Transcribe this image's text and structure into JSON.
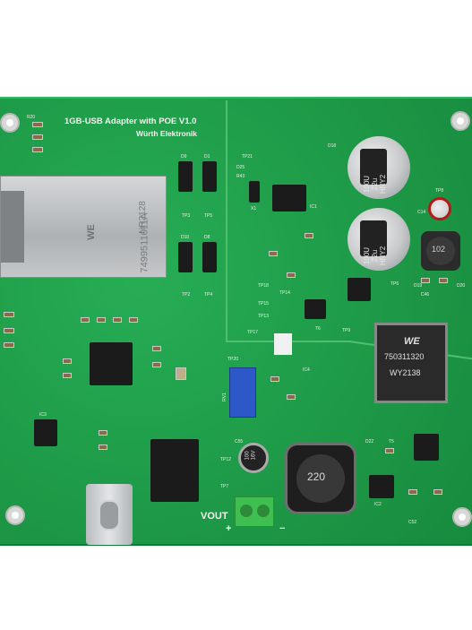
{
  "board": {
    "title": "1GB-USB Adapter with POE V1.0",
    "maker": "Würth Elektronik",
    "vout_label": "VOUT",
    "plus": "+",
    "minus": "−"
  },
  "rj45": {
    "brand": "WE",
    "part": "7499511611A",
    "code": "NR2128"
  },
  "transformer": {
    "brand": "WE",
    "part": "750311320",
    "code": "WY2138"
  },
  "inductor_large": {
    "value": "220"
  },
  "inductor_small": {
    "value": "102"
  },
  "cap1": {
    "line1": "100U",
    "line2": "22u",
    "line3": "HNY2"
  },
  "cap2": {
    "line1": "100U",
    "line2": "22u",
    "line3": "HNY2"
  },
  "cap_small": {
    "line1": "100",
    "line2": "16V"
  },
  "labels": [
    "R20",
    "D9",
    "D1",
    "TP3",
    "TP5",
    "D10",
    "D8",
    "TP2",
    "TP4",
    "TP21",
    "D25",
    "R43",
    "X1",
    "IC1",
    "TP18",
    "TP15",
    "TP13",
    "TP14",
    "TP17",
    "T6",
    "TP9",
    "TP6",
    "TP20",
    "RV1",
    "IC4",
    "C55",
    "TP12",
    "TP7",
    "D22",
    "T5",
    "IC2",
    "IC3",
    "C52",
    "TP8",
    "C14",
    "D18",
    "D19",
    "D20",
    "C46"
  ],
  "colors": {
    "pcb": "#1f9e4a",
    "silk": "#f2f5ee",
    "terminal": "#3fbf4f"
  }
}
